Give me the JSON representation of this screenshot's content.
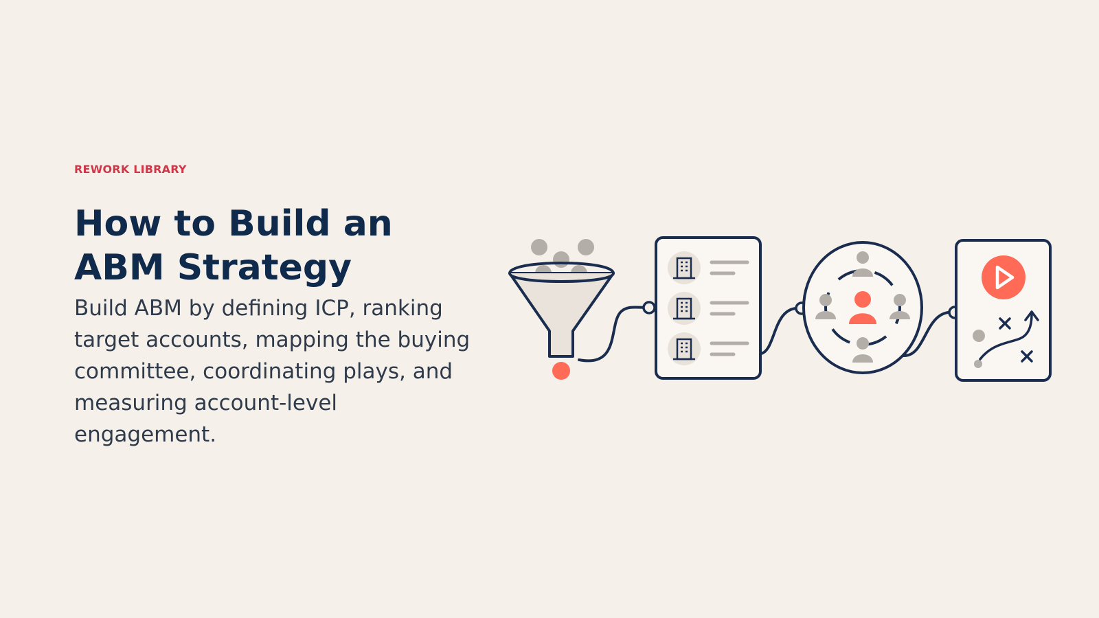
{
  "hero": {
    "eyebrow": "REWORK LIBRARY",
    "title": "How to Build an ABM Strategy",
    "description": "Build ABM by defining ICP, ranking target accounts, mapping the buying committee, coordinating plays, and measuring account-level engagement."
  },
  "colors": {
    "background": "#f5f1ea",
    "accent": "#d0384a",
    "navy": "#102a4c",
    "coral": "#ff6b57",
    "gray": "#b3aea7"
  },
  "illustration": {
    "steps": [
      "funnel-icon",
      "account-list-icon",
      "buying-committee-icon",
      "playbook-icon"
    ]
  }
}
